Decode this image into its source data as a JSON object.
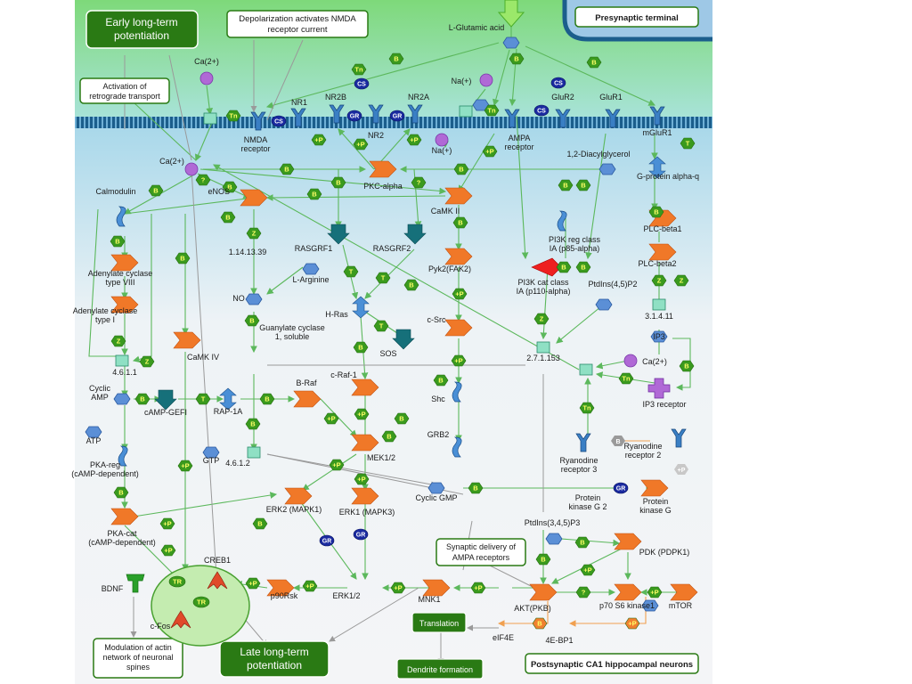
{
  "title_boxes": {
    "early_ltp": "Early long-term potentiation",
    "nmda_current": "Depolarization activates NMDA receptor current",
    "presynaptic": "Presynaptic terminal",
    "retrograde": "Activation of retrograde transport",
    "synaptic_delivery": "Synaptic delivery of AMPA receptors",
    "translation": "Translation",
    "late_ltp": "Late long-term potentiation",
    "dendrite": "Dendrite formation",
    "actin": "Modulation of actin network of neuronal spines",
    "postsynaptic": "Postsynaptic CA1 hippocampal neurons"
  },
  "labels": {
    "l_glutamic": "L-Glutamic acid",
    "ca2_top": "Ca(2+)",
    "na_top": "Na(+)",
    "nr1": "NR1",
    "nr2b": "NR2B",
    "nr2a": "NR2A",
    "nr2": "NR2",
    "glur2": "GluR2",
    "glur1": "GluR1",
    "mglur1": "mGluR1",
    "nmda": "NMDA receptor",
    "na_in": "Na(+)",
    "ampa": "AMPA receptor",
    "ca2_in": "Ca(2+)",
    "pkc": "PKC-alpha",
    "diacyl": "1,2-Diacylglycerol",
    "gprot": "G-protein alpha-q",
    "calmodulin": "Calmodulin",
    "enos": "eNOS",
    "camk2": "CaMK II",
    "plcb1": "PLC-beta1",
    "plcb2": "PLC-beta2",
    "rasgrf1": "RASGRF1",
    "rasgrf2": "RASGRF2",
    "pi3k_reg": "PI3K reg class IA (p85-alpha)",
    "pi3k_cat": "PI3K cat class IA (p110-alpha)",
    "ec_1141339": "1.14.13.39",
    "l_arginine": "L-Arginine",
    "pyk2": "Pyk2(FAK2)",
    "adcy8": "Adenylate cyclase type VIII",
    "adcy1": "Adenylate cyclase type I",
    "no": "NO",
    "hras": "H-Ras",
    "ptdins45": "PtdIns(4,5)P2",
    "ec_31411": "3.1.4.11",
    "guanylate": "Guanylate cyclase 1, soluble",
    "csrc": "c-Src",
    "ip3": "IP3",
    "camk4": "CaMK IV",
    "sos": "SOS",
    "ec_27153": "2.7.1.153",
    "ca2_er": "Ca(2+)",
    "ec_4611": "4.6.1.1",
    "craf": "c-Raf-1",
    "shc": "Shc",
    "cyclic_amp": "Cyclic AMP",
    "braf": "B-Raf",
    "ip3r": "IP3 receptor",
    "camp_gefi": "cAMP-GEFI",
    "rap1a": "RAP-1A",
    "atp": "ATP",
    "grb2": "GRB2",
    "ryr3": "Ryanodine receptor 3",
    "ryr2": "Ryanodine receptor 2",
    "mek": "MEK1/2",
    "gtp": "GTP",
    "ec_4612": "4.6.1.2",
    "pka_reg": "PKA-reg (cAMP-dependent)",
    "cyclic_gmp": "Cyclic GMP",
    "pkg2": "Protein kinase G 2",
    "pkg": "Protein kinase G",
    "erk2": "ERK2 (MAPK1)",
    "erk1": "ERK1 (MAPK3)",
    "pka_cat": "PKA-cat (cAMP-dependent)",
    "ptdins345": "PtdIns(3,4,5)P3",
    "pdk": "PDK (PDPK1)",
    "creb1": "CREB1",
    "bdnf": "BDNF",
    "p90rsk": "p90Rsk",
    "erk12": "ERK1/2",
    "mnk1": "MNK1",
    "akt": "AKT(PKB)",
    "p70": "p70 S6 kinase1",
    "mtor": "mTOR",
    "cfos": "c-Fos",
    "eif4e": "eIF4E",
    "ebp1": "4E-BP1"
  },
  "badges": {
    "b": "B",
    "plus_p": "+P",
    "t": "T",
    "tn": "Tn",
    "z": "Z",
    "q": "?",
    "cs": "CS",
    "gr": "GR",
    "tr": "TR"
  },
  "colors": {
    "membrane": "#1e5f8a",
    "cytosol": "#e9eef2",
    "synaptic": "#8fd98a",
    "badge": "#3a9a1e",
    "protein": "#f07828",
    "metabolite": "#5b8fd6",
    "dark_box": "#2a7a14"
  }
}
